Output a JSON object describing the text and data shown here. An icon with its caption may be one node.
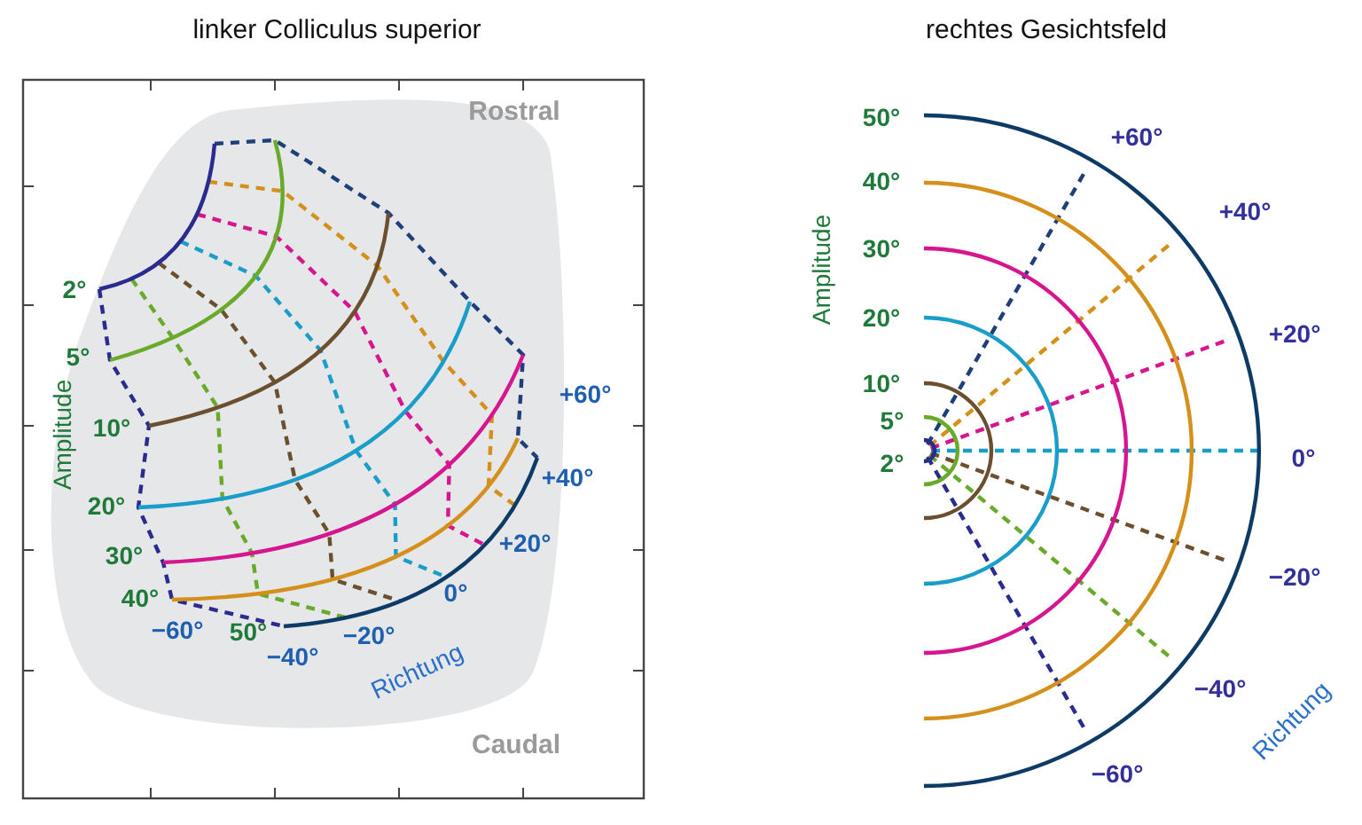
{
  "diagram": {
    "labels": [
      "linker Colliculus superior",
      "rechtes Gesichtsfeld",
      "Rostral",
      "2°",
      "5°",
      "10°",
      "Amplitude",
      "20°",
      "30°",
      "40°",
      "−60°",
      "50°",
      "−40°",
      "−20°",
      "0°",
      "+20°",
      "+40°",
      "+60°",
      "Richtung",
      "Caudal",
      "50°",
      "40°",
      "30°",
      "20°",
      "10°",
      "5°",
      "2°",
      "Amplitude",
      "+60°",
      "+40°",
      "+20°",
      "0°",
      "−20°",
      "−40°",
      "Richtung",
      "−60°"
    ]
  }
}
